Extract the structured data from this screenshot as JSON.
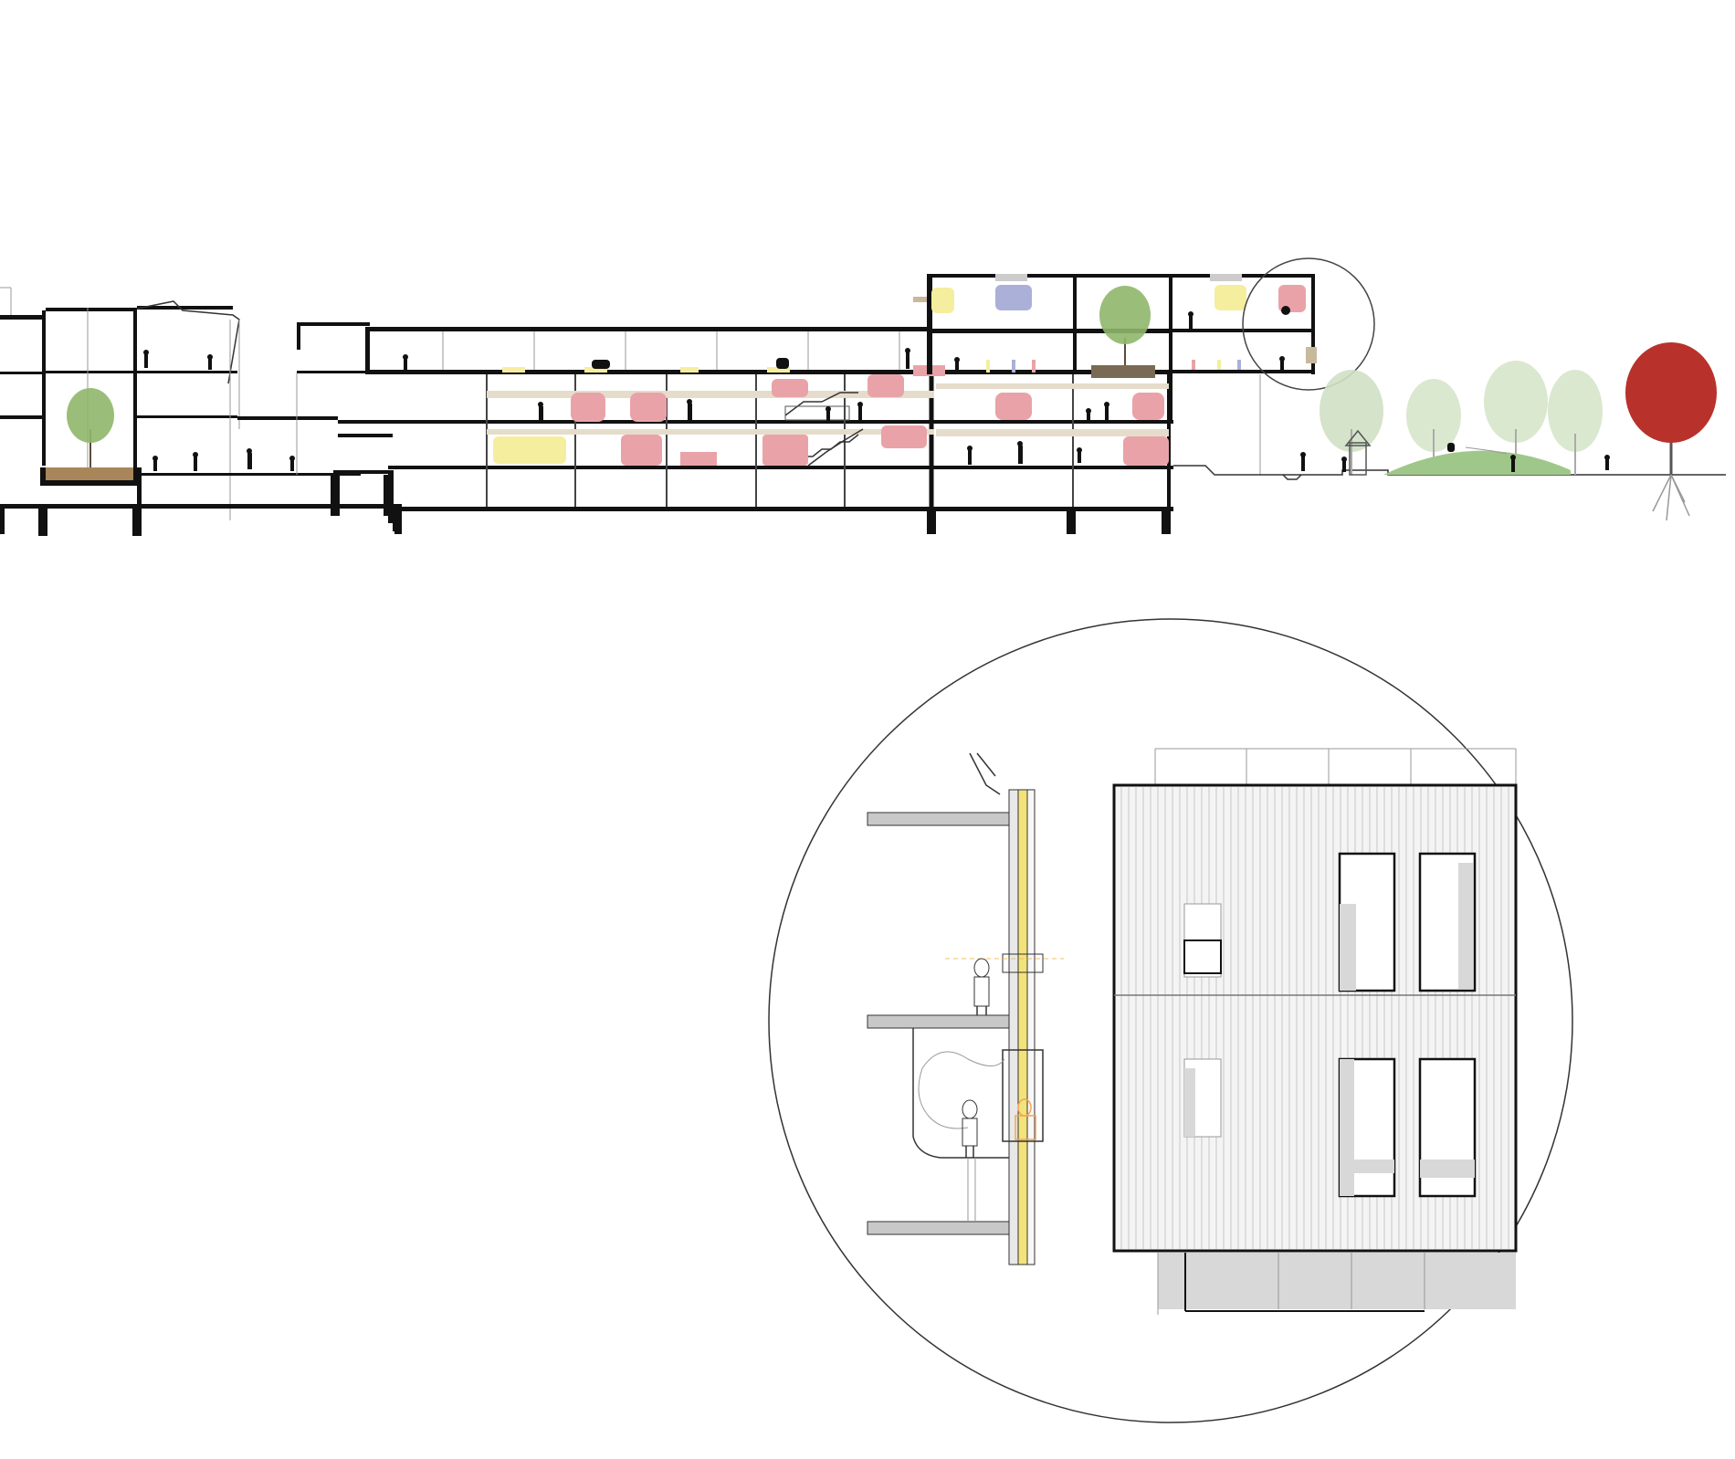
{
  "colors": {
    "background": "#ffffff",
    "structure": "#111111",
    "play_pink": "#e9a3a8",
    "play_yellow": "#f5ee9e",
    "play_blue": "#aab0d8",
    "floor_beige": "#e6dccb",
    "mound_green": "#9fc78a",
    "tree_green": "#8fb76a",
    "tree_red": "#b8322b",
    "detail_yellow": "#f3e37a",
    "detail_orange": "#f2a456",
    "facade_grey": "#d8d8d8"
  },
  "section": {
    "levels": [
      "ground",
      "level-1",
      "level-2",
      "level-3"
    ],
    "rooms": [
      {
        "name": "play-cabin",
        "color": "pink"
      },
      {
        "name": "reading-nook",
        "color": "yellow"
      },
      {
        "name": "quiet-room",
        "color": "blue"
      }
    ],
    "trees": [
      "courtyard-tree",
      "roof-terrace-tree",
      "park-tree",
      "park-tree",
      "park-tree",
      "park-tree",
      "red-maple"
    ]
  },
  "detail": {
    "views": [
      "wall-section",
      "facade-elevation"
    ],
    "facade_windows_per_row": 3,
    "facade_rows": 2
  }
}
